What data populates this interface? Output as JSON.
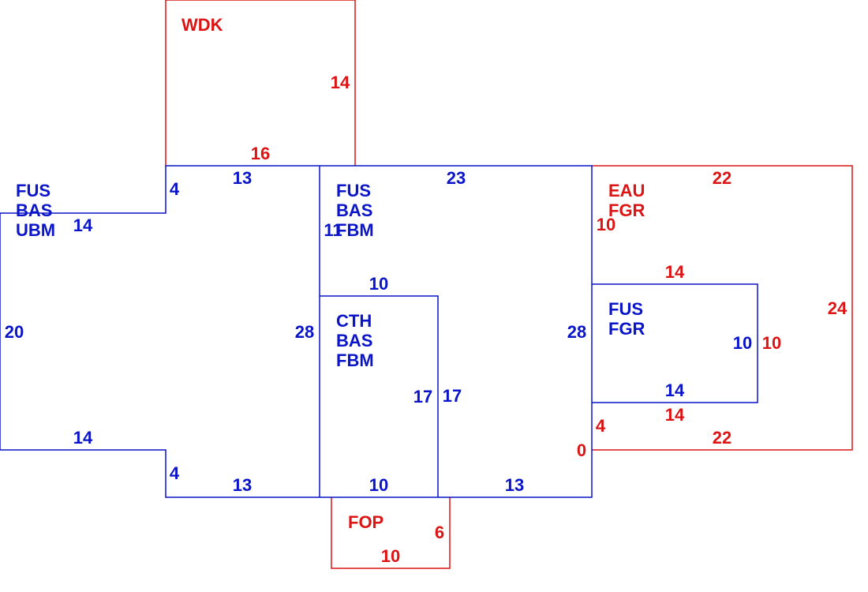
{
  "colors": {
    "main": "#0a14c8",
    "addition": "#dc1414",
    "background": "#ffffff"
  },
  "areas": {
    "wdk": {
      "code": "WDK"
    },
    "fus_left": {
      "lines": [
        "FUS",
        "BAS",
        "UBM"
      ]
    },
    "fus_center": {
      "lines": [
        "FUS",
        "BAS",
        "FBM"
      ]
    },
    "cth": {
      "lines": [
        "CTH",
        "BAS",
        "FBM"
      ]
    },
    "eau": {
      "lines": [
        "EAU",
        "FGR"
      ]
    },
    "fus_right": {
      "lines": [
        "FUS",
        "FGR"
      ]
    },
    "fop": {
      "code": "FOP"
    }
  },
  "dimensions": {
    "wdk_bottom": "16",
    "wdk_right": "14",
    "left_top_inner": "13",
    "left_step_top": "4",
    "left_upper_run": "14",
    "left_side": "20",
    "left_lower_run": "14",
    "left_step_bottom": "4",
    "left_bottom": "13",
    "divider": "28",
    "center_top": "23",
    "center_inner_left": "11",
    "cth_top": "10",
    "cth_bottom": "10",
    "cth_right_inner": "17",
    "cth_right_outer": "17",
    "right_bottom": "13",
    "right_side": "28",
    "eau_top": "22",
    "eau_left": "10",
    "eau_right": "24",
    "eau_lower_step": "4",
    "eau_bottom": "22",
    "eau_zero": "0",
    "fus_right_top": "14",
    "fus_right_bottom": "14",
    "fus_right_side": "10",
    "fus_right_outer_side": "10",
    "fus_right_outer_bottom": "14",
    "fop_side": "6",
    "fop_bottom": "10"
  }
}
